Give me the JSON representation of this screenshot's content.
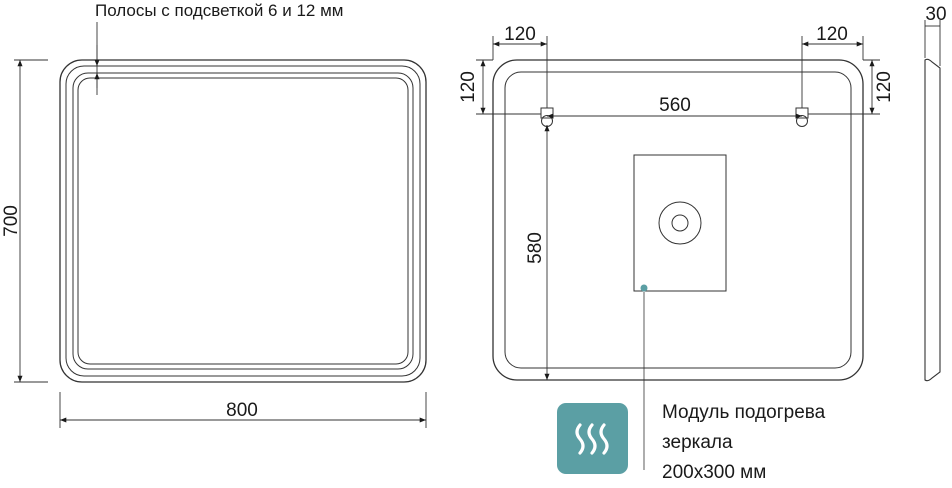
{
  "front_view": {
    "note": "Полосы с подсветкой 6 и 12 мм",
    "width_label": "800",
    "height_label": "700"
  },
  "back_view": {
    "offset_left_label": "120",
    "offset_right_label": "120",
    "offset_top_left_label": "120",
    "offset_top_right_label": "120",
    "hook_spacing_label": "560",
    "hook_to_bottom_label": "580"
  },
  "side_view": {
    "depth_label": "30"
  },
  "heater": {
    "icon": "heat-waves-icon",
    "icon_color": "#5b9fa4",
    "lines": [
      "Модуль подогрева",
      "зеркала",
      "200х300 мм"
    ]
  }
}
